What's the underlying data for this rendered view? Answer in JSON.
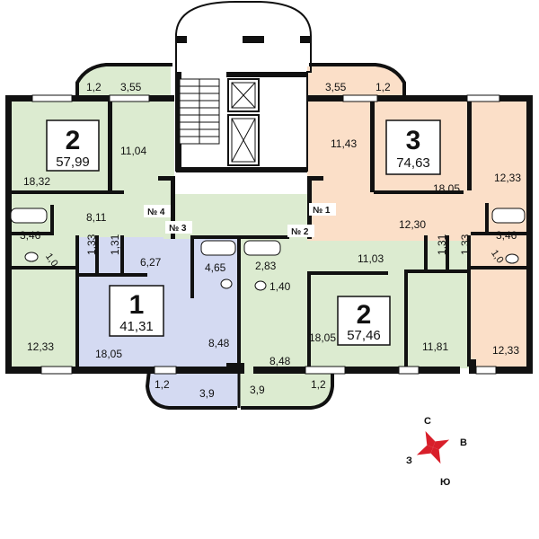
{
  "colors": {
    "green": "#dcebd0",
    "blue": "#d4daf2",
    "peach": "#fbdfc8",
    "wall": "#111111",
    "compass_red": "#d81f2a"
  },
  "apartments": [
    {
      "key": "apt_left",
      "rooms": "2",
      "area": "57,99"
    },
    {
      "key": "apt_one",
      "rooms": "1",
      "area": "41,31"
    },
    {
      "key": "apt_center",
      "rooms": "2",
      "area": "57,46"
    },
    {
      "key": "apt_right",
      "rooms": "3",
      "area": "74,63"
    }
  ],
  "room_labels": {
    "l_355": "3,55",
    "l_12a": "1,2",
    "l_1104": "11,04",
    "l_1832": "18,32",
    "l_811": "8,11",
    "l_346": "3,46",
    "l_10": "1,0",
    "l_133a": "1,33",
    "l_131a": "1,31",
    "l_1233": "12,33",
    "l_627": "6,27",
    "l_465": "4,65",
    "l_1805a": "18,05",
    "l_848a": "8,48",
    "l_12b": "1,2",
    "l_39a": "3,9",
    "l_283": "2,83",
    "l_140": "1,40",
    "l_848b": "8,48",
    "l_39b": "3,9",
    "l_12c": "1,2",
    "l_1805b": "18,05",
    "l_1103": "11,03",
    "l_131b": "1,31",
    "l_1181": "11,81",
    "l_355b": "3,55",
    "l_12d": "1,2",
    "l_1143": "11,43",
    "l_1805c": "18,05",
    "l_1233b": "12,33",
    "l_1230": "12,30",
    "l_346b": "3,46",
    "l_133b": "1,33",
    "l_10b": "1,0",
    "l_1233c": "12,33"
  },
  "entrance_tags": {
    "n4": "№ 4",
    "n3": "№ 3",
    "n2": "№ 2",
    "n1": "№ 1"
  },
  "compass": {
    "north": "С",
    "east": "В",
    "south": "Ю",
    "west": "З"
  }
}
